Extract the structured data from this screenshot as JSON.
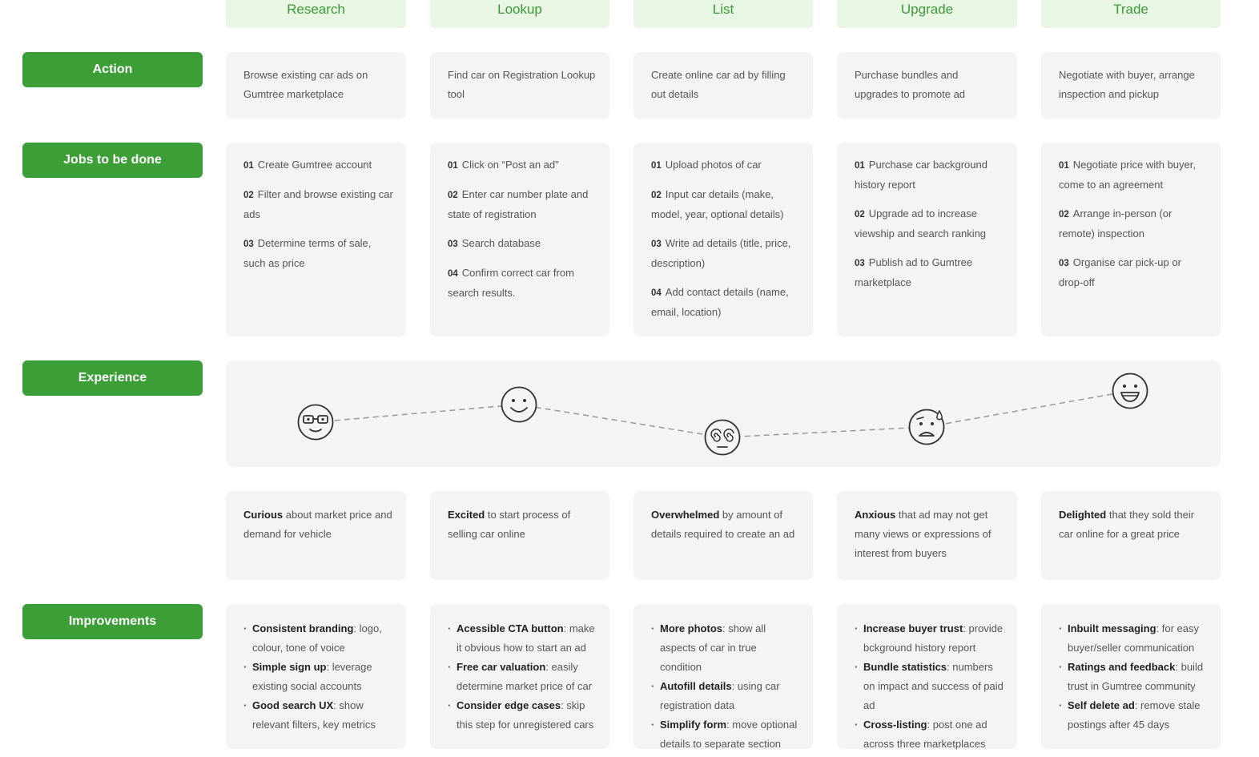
{
  "stages": [
    "Research",
    "Lookup",
    "List",
    "Upgrade",
    "Trade"
  ],
  "row_labels": {
    "action": "Action",
    "jobs": "Jobs to be done",
    "experience": "Experience",
    "improvements": "Improvements"
  },
  "actions": [
    "Browse existing car ads on Gumtree marketplace",
    "Find car on Registration Lookup tool",
    "Create online car ad by filling out details",
    "Purchase bundles and upgrades to promote ad",
    "Negotiate with buyer, arrange inspection and pickup"
  ],
  "jobs": [
    [
      {
        "num": "01",
        "text": "Create Gumtree account"
      },
      {
        "num": "02",
        "text": "Filter and browse existing car ads"
      },
      {
        "num": "03",
        "text": "Determine terms of sale, such as price"
      }
    ],
    [
      {
        "num": "01",
        "text": "Click on “Post an ad”"
      },
      {
        "num": "02",
        "text": "Enter car number plate and state of registration"
      },
      {
        "num": "03",
        "text": "Search database"
      },
      {
        "num": "04",
        "text": "Confirm correct car from search results."
      }
    ],
    [
      {
        "num": "01",
        "text": "Upload photos of car"
      },
      {
        "num": "02",
        "text": "Input car details (make, model, year, optional details)"
      },
      {
        "num": "03",
        "text": "Write ad details (title, price, description)"
      },
      {
        "num": "04",
        "text": "Add contact details (name, email, location)"
      }
    ],
    [
      {
        "num": "01",
        "text": "Purchase car background history report"
      },
      {
        "num": "02",
        "text": "Upgrade ad to increase viewship and search ranking"
      },
      {
        "num": "03",
        "text": "Publish ad to Gumtree marketplace"
      }
    ],
    [
      {
        "num": "01",
        "text": "Negotiate price with buyer, come to an agreement"
      },
      {
        "num": "02",
        "text": "Arrange in-person (or remote) inspection"
      },
      {
        "num": "03",
        "text": "Organise car pick-up or drop-off"
      }
    ]
  ],
  "experience_faces": [
    "nerd-face-icon",
    "smiling-face-icon",
    "dizzy-face-icon",
    "anxious-sweat-face-icon",
    "grinning-face-icon"
  ],
  "emotions": [
    {
      "strong": "Curious",
      "rest": " about market price and demand for vehicle"
    },
    {
      "strong": "Excited",
      "rest": " to start process of selling car online"
    },
    {
      "strong": "Overwhelmed",
      "rest": " by amount of details required to create an ad"
    },
    {
      "strong": "Anxious",
      "rest": " that ad may not get many views or expressions of interest from buyers"
    },
    {
      "strong": "Delighted",
      "rest": " that they sold their car online for a great price"
    }
  ],
  "improvements": [
    [
      {
        "strong": "Consistent branding",
        "rest": ": logo, colour, tone of voice"
      },
      {
        "strong": "Simple sign up",
        "rest": ": leverage existing social accounts"
      },
      {
        "strong": "Good search UX",
        "rest": ": show relevant filters, key metrics"
      }
    ],
    [
      {
        "strong": "Acessible CTA button",
        "rest": ": make it obvious how to start an ad"
      },
      {
        "strong": "Free car valuation",
        "rest": ": easily determine market price of car"
      },
      {
        "strong": "Consider edge cases",
        "rest": ": skip this step for unregistered cars"
      }
    ],
    [
      {
        "strong": "More photos",
        "rest": ": show all aspects of car in true condition"
      },
      {
        "strong": "Autofill details",
        "rest": ": using car registration data"
      },
      {
        "strong": "Simplify form",
        "rest": ": move optional details to separate section"
      }
    ],
    [
      {
        "strong": "Increase buyer trust",
        "rest": ": provide bckground history report"
      },
      {
        "strong": "Bundle statistics",
        "rest": ": numbers on impact and success of paid ad"
      },
      {
        "strong": "Cross-listing",
        "rest": ": post one ad across three marketplaces"
      }
    ],
    [
      {
        "strong": "Inbuilt messaging",
        "rest": ": for easy buyer/seller communication"
      },
      {
        "strong": "Ratings and feedback",
        "rest": ": build trust in Gumtree community"
      },
      {
        "strong": "Self delete ad",
        "rest": ": remove stale postings after 45 days"
      }
    ]
  ],
  "colors": {
    "accent": "#3b9e37",
    "stage_bg": "#e8f6e3",
    "card_bg": "#f4f4f4"
  }
}
